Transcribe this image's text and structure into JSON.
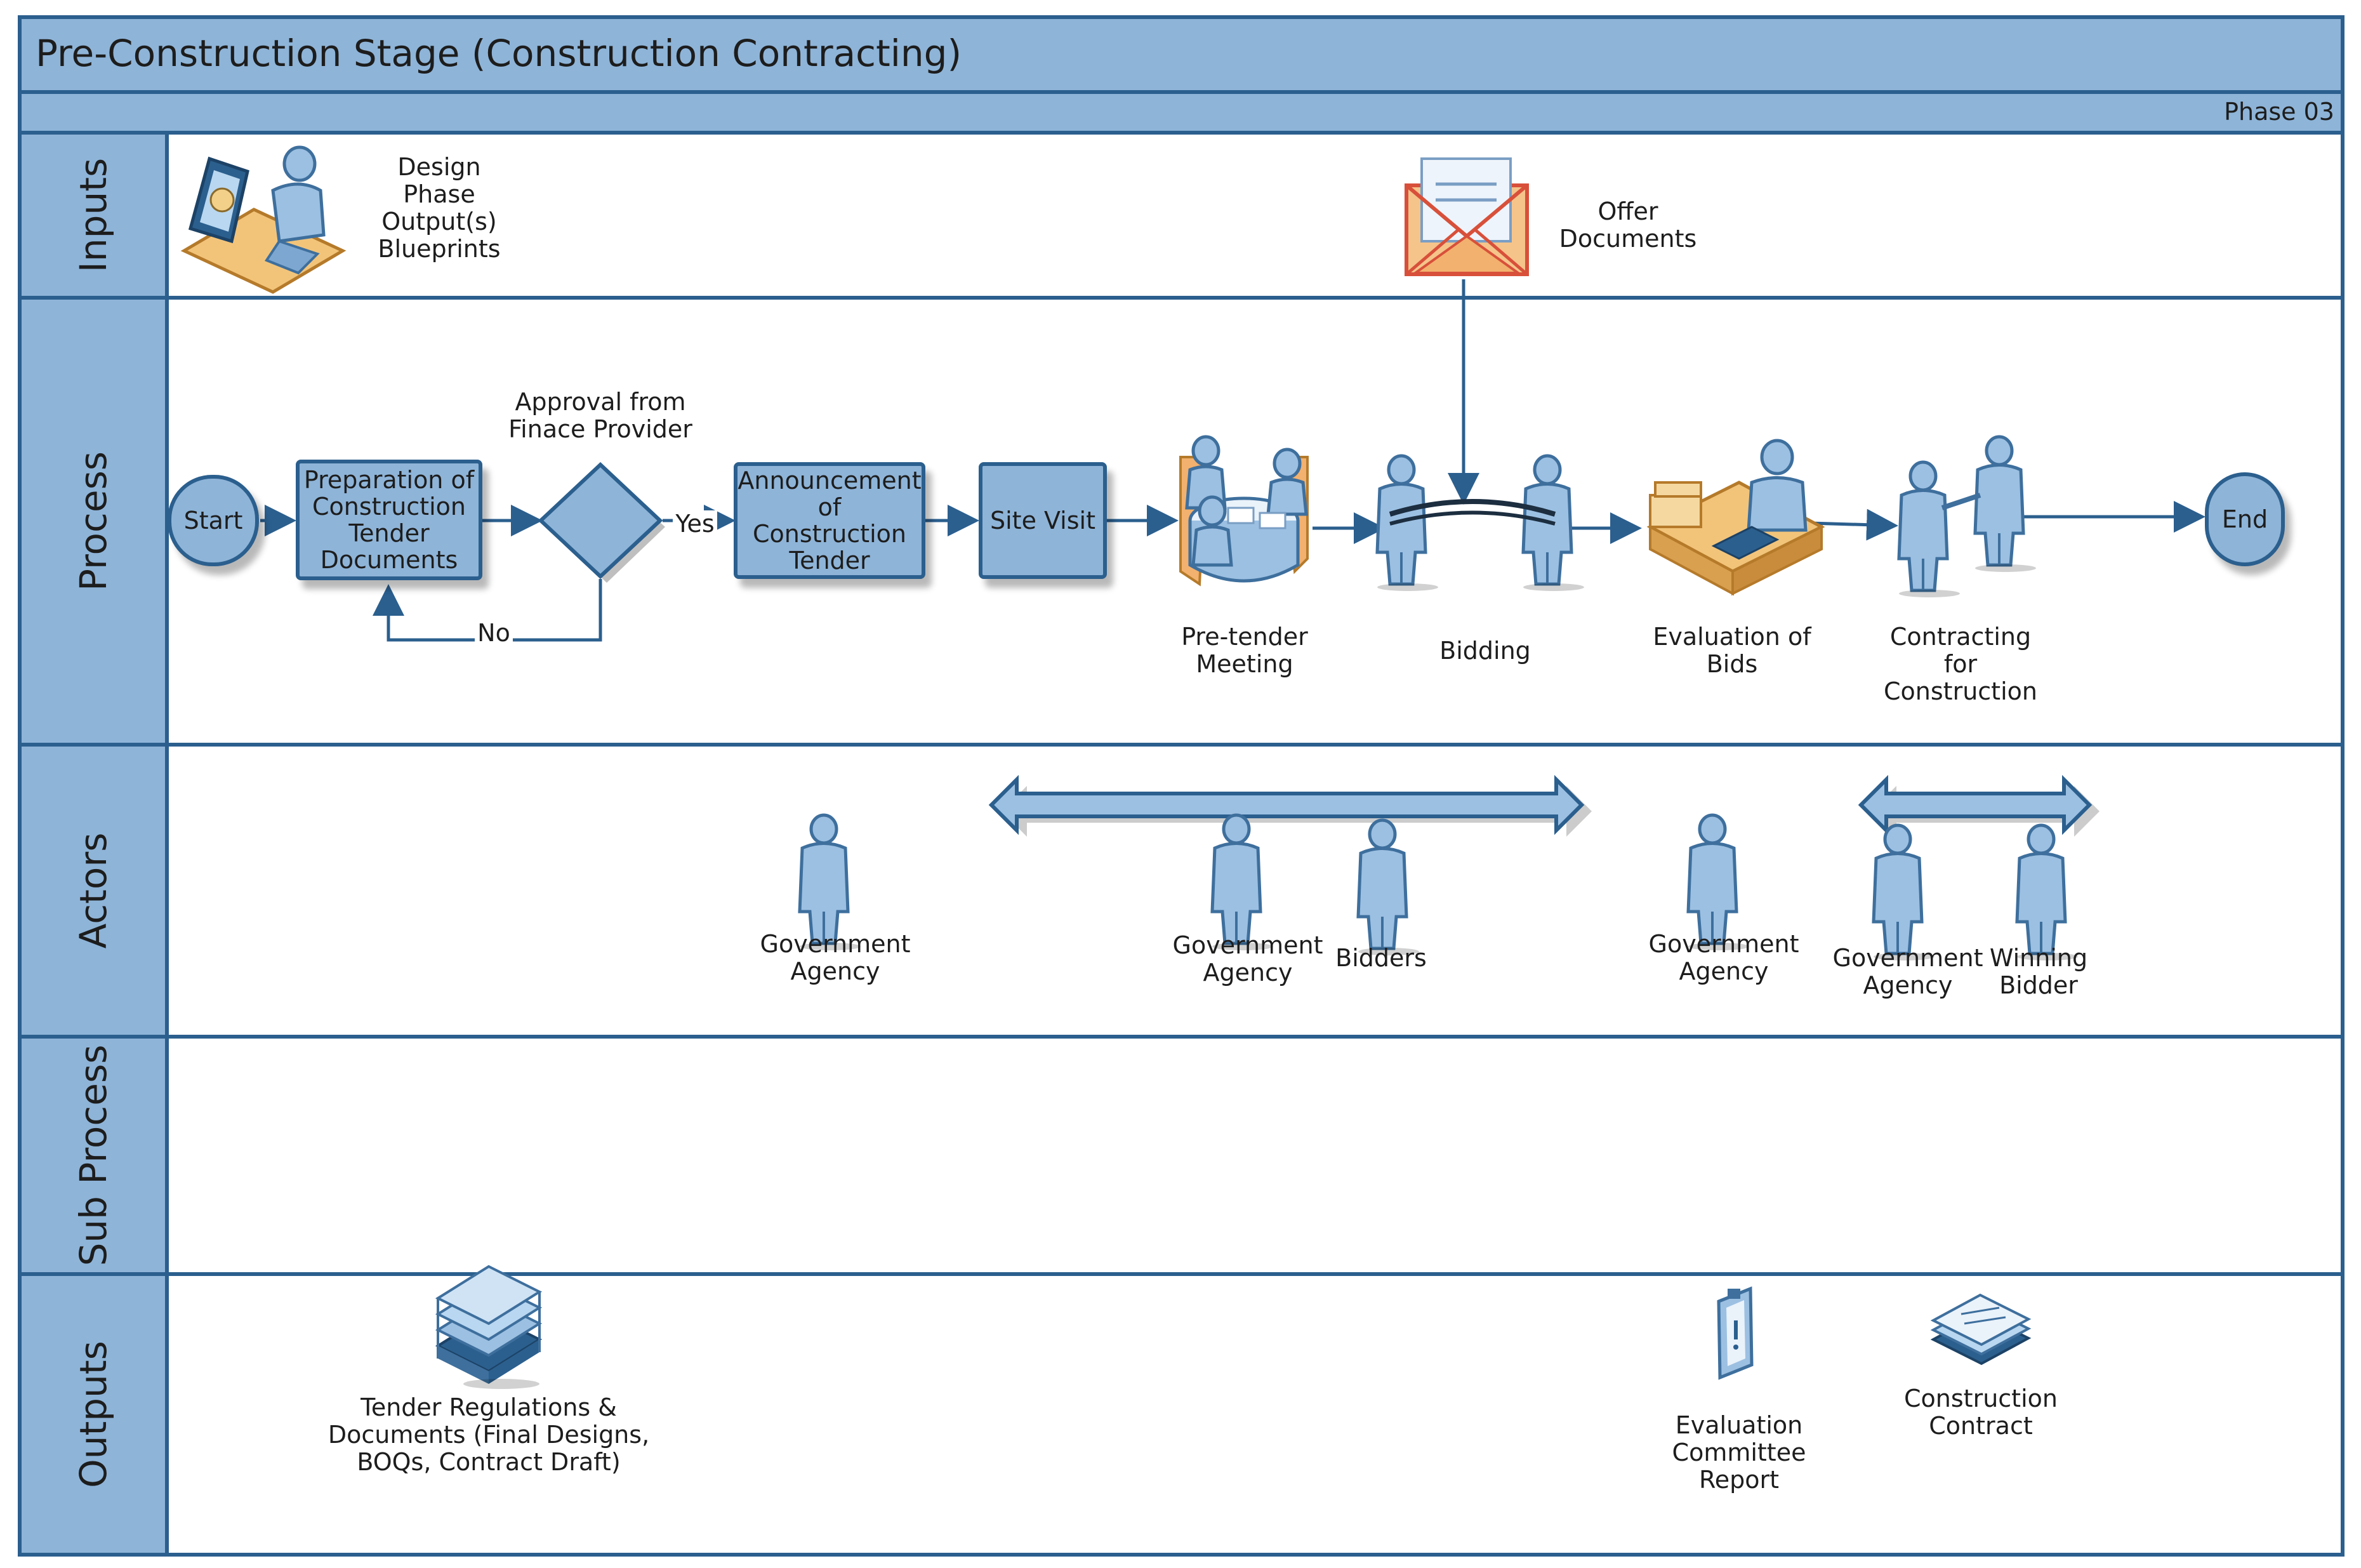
{
  "title": "Pre-Construction Stage (Construction Contracting)",
  "phase": "Phase 03",
  "lanes": {
    "inputs": "Inputs",
    "process": "Process",
    "actors": "Actors",
    "subprocess": "Sub Process",
    "outputs": "Outputs"
  },
  "inputs": {
    "design": [
      "Design",
      "Phase",
      "Output(s)",
      "Blueprints"
    ],
    "offer": [
      "Offer",
      "Documents"
    ]
  },
  "process": {
    "start": "Start",
    "prep": [
      "Preparation of",
      "Construction",
      "Tender",
      "Documents"
    ],
    "approval": [
      "Approval from",
      "Finace Provider"
    ],
    "yes": "Yes",
    "no": "No",
    "announce": [
      "Announcement",
      "of Construction",
      "Tender"
    ],
    "site_visit": "Site Visit",
    "pretender": [
      "Pre-tender",
      "Meeting"
    ],
    "bidding": "Bidding",
    "evaluation": [
      "Evaluation of",
      "Bids"
    ],
    "contracting": [
      "Contracting",
      "for",
      "Construction"
    ],
    "end": "End"
  },
  "actors": {
    "a1": [
      "Government",
      "Agency"
    ],
    "a2": [
      "Government",
      "Agency"
    ],
    "a3": [
      "Bidders"
    ],
    "a4": [
      "Government",
      "Agency"
    ],
    "a5": [
      "Government",
      "Agency"
    ],
    "a6": [
      "Winning",
      "Bidder"
    ]
  },
  "outputs": {
    "tender": [
      "Tender Regulations &",
      "Documents (Final Designs,",
      "BOQs, Contract Draft)"
    ],
    "report": [
      "Evaluation",
      "Committee",
      "Report"
    ],
    "contract": [
      "Construction",
      "Contract"
    ]
  },
  "colors": {
    "lane_fill": "#8eb4d8",
    "border": "#2b5f8e",
    "figure": "#9cc0e2",
    "figure_dark": "#3e6f9d",
    "paper": "#f2d08a",
    "envelope_red": "#d8503a"
  }
}
